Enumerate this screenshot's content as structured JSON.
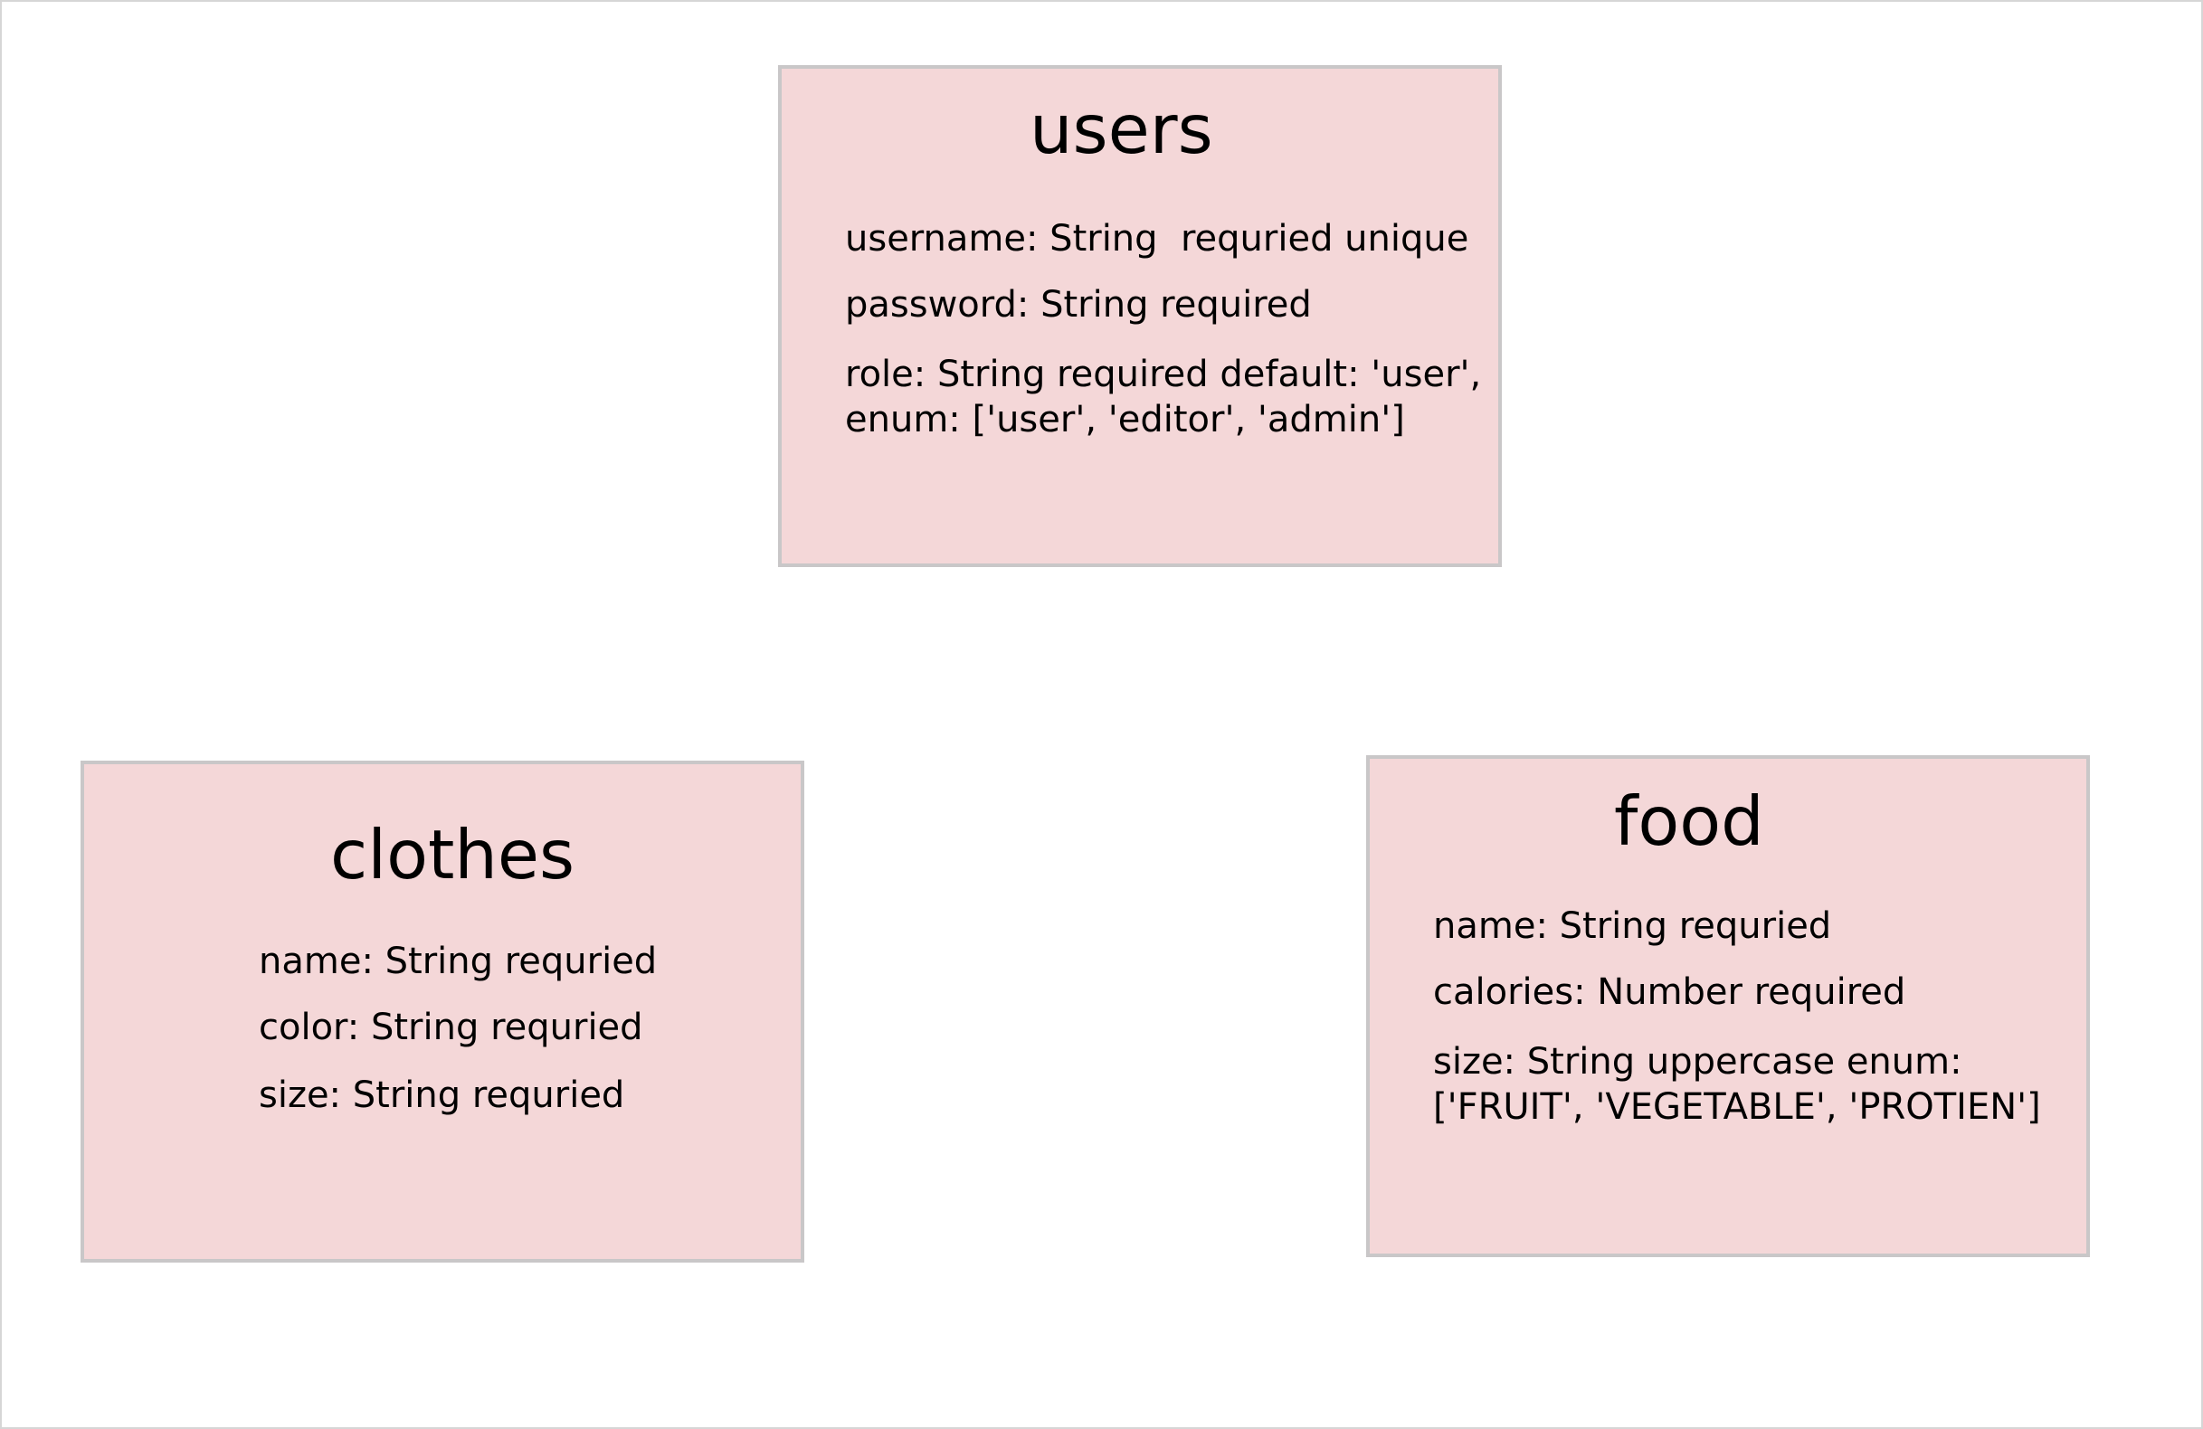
{
  "entities": {
    "users": {
      "title": "users",
      "fields": [
        "username: String  requried unique",
        "password: String required",
        "role: String required default: 'user',",
        "enum: ['user', 'editor', 'admin']"
      ]
    },
    "clothes": {
      "title": "clothes",
      "fields": [
        "name: String requried",
        "color: String requried",
        "size: String requried"
      ]
    },
    "food": {
      "title": "food",
      "fields": [
        "name: String requried",
        "calories: Number required",
        "size: String uppercase enum:",
        "['FRUIT', 'VEGETABLE', 'PROTIEN']"
      ]
    }
  },
  "colors": {
    "box_fill": "#f4d7d8",
    "box_border": "#c9c7c8",
    "canvas_border": "#d6d6d6"
  }
}
